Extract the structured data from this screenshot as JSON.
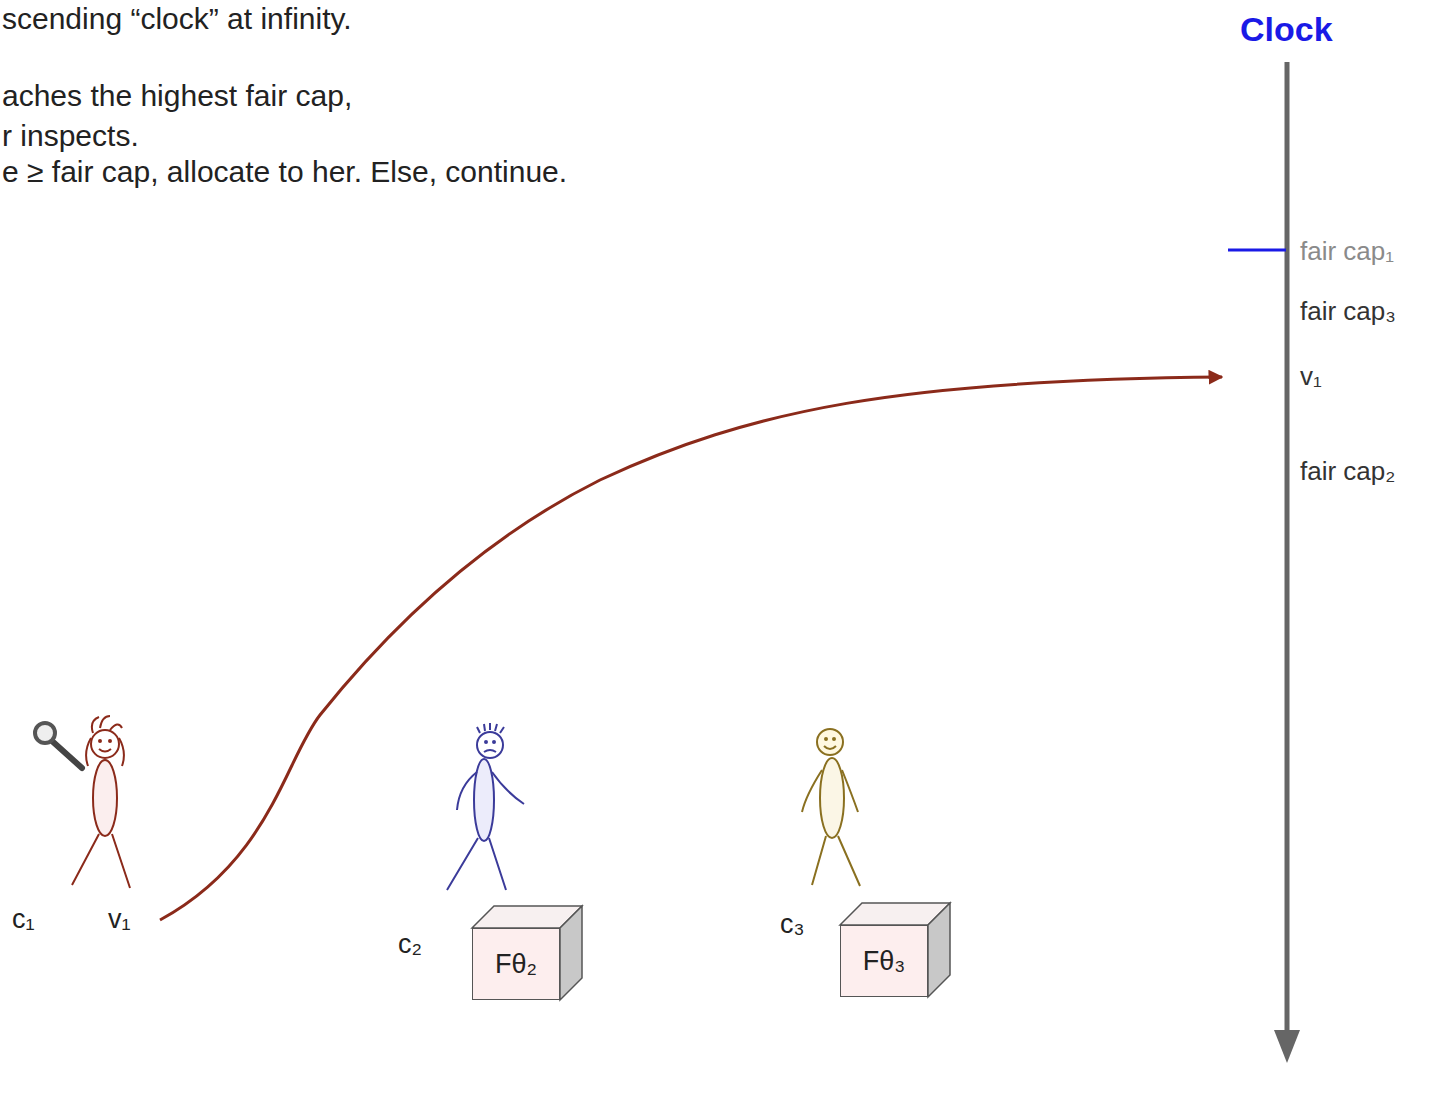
{
  "diagram": {
    "nodes": [
      {
        "text": [
          "Fθ₂"
        ]
      },
      {
        "text": [
          "Fθ₃"
        ]
      }
    ],
    "labels": [
      "scending “clock” at infinity.",
      "aches the highest fair cap,",
      "r inspects.",
      "e ≥ fair cap, allocate to her. Else, continue.",
      "Clock",
      "fair cap₁",
      "fair cap₃",
      "v₁",
      "fair cap₂",
      "c₁",
      "v₁",
      "c₂",
      "c₃"
    ]
  }
}
